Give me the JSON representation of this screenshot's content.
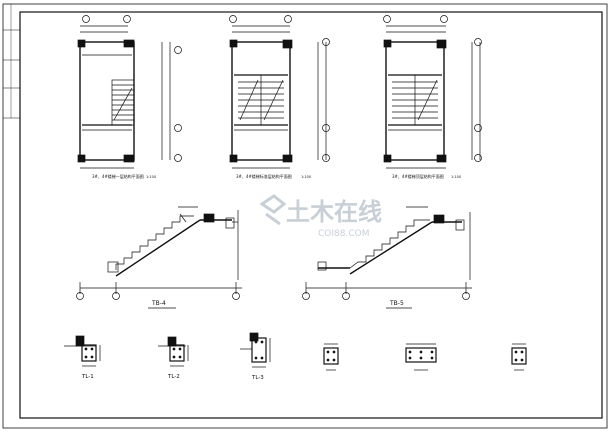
{
  "plans": {
    "plan1": {
      "caption": "3#、4#楼梯一层结构平面图",
      "scale": "1:100"
    },
    "plan2": {
      "caption": "3#、4#楼梯标准层结构平面图",
      "scale": "1:100"
    },
    "plan3": {
      "caption": "3#、4#楼梯顶层结构平面图",
      "scale": "1:100"
    }
  },
  "sections": {
    "tb4": {
      "label": "TB-4"
    },
    "tb5": {
      "label": "TB-5"
    }
  },
  "beams": {
    "tl1": {
      "label": "TL-1"
    },
    "tl2": {
      "label": "TL-2"
    },
    "tl3": {
      "label": "TL-3"
    }
  },
  "watermark": {
    "cn": "土木在线",
    "en": "COI88.COM"
  },
  "colors": {
    "line": "#111111",
    "watermark": "#c9cfd6"
  }
}
